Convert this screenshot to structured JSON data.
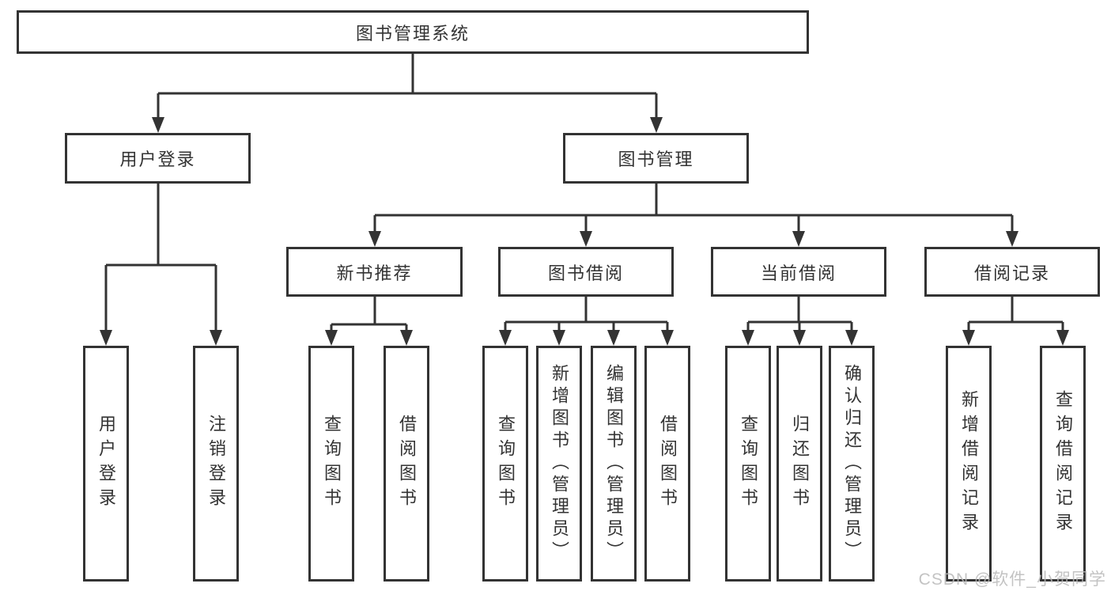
{
  "diagram": {
    "title": "图书管理系统",
    "root": {
      "label": "图书管理系统"
    },
    "level2": {
      "user_login": {
        "label": "用户登录"
      },
      "book_mgmt": {
        "label": "图书管理"
      }
    },
    "level3": {
      "new_book_rec": {
        "label": "新书推荐"
      },
      "book_borrow": {
        "label": "图书借阅"
      },
      "current_borrow": {
        "label": "当前借阅"
      },
      "borrow_records": {
        "label": "借阅记录"
      }
    },
    "leaves": {
      "login": [
        "用户登录",
        "注销登录"
      ],
      "new_book": [
        "查询图书",
        "借阅图书"
      ],
      "borrow": [
        "查询图书",
        "新增图书（管理员）",
        "编辑图书（管理员）",
        "借阅图书"
      ],
      "current": [
        "查询图书",
        "归还图书",
        "确认归还（管理员）"
      ],
      "records": [
        "新增借阅记录",
        "查询借阅记录"
      ]
    }
  },
  "watermark": {
    "text": "CSDN @软件_小贺同学"
  },
  "colors": {
    "line": "#333333",
    "box_border": "#333333",
    "box_fill": "#ffffff",
    "text": "#333333",
    "watermark": "#b9b9b9"
  }
}
